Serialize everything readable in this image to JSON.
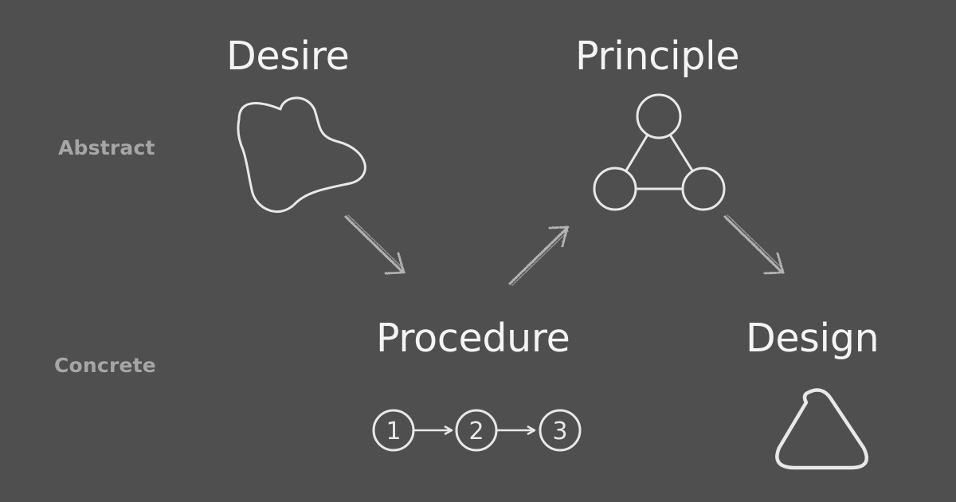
{
  "colors": {
    "background": "#4f4f4f",
    "title_text": "#f4f4f4",
    "level_text": "#a6a6a6",
    "shape_stroke": "#e8e8e8",
    "arrow_stroke": "#b3b3b3"
  },
  "levels": {
    "abstract": "Abstract",
    "concrete": "Concrete"
  },
  "stages": {
    "desire": {
      "title": "Desire",
      "icon": "blob-icon"
    },
    "procedure": {
      "title": "Procedure",
      "icon": "numbered-steps-icon",
      "steps": [
        "1",
        "2",
        "3"
      ]
    },
    "principle": {
      "title": "Principle",
      "icon": "connected-nodes-triangle-icon"
    },
    "design": {
      "title": "Design",
      "icon": "rounded-triangle-icon"
    }
  },
  "flow": [
    "desire",
    "procedure",
    "principle",
    "design"
  ]
}
